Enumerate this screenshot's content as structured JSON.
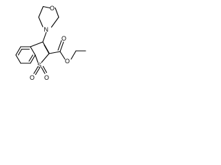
{
  "molecule": {
    "atoms": {
      "morpholine_oxygen": "O",
      "morpholine_nitrogen": "N",
      "sulfur": "S",
      "sulfonyl_oxygen_left": "O",
      "sulfonyl_oxygen_right": "O",
      "carbonyl_oxygen": "O",
      "ester_oxygen": "O"
    }
  }
}
